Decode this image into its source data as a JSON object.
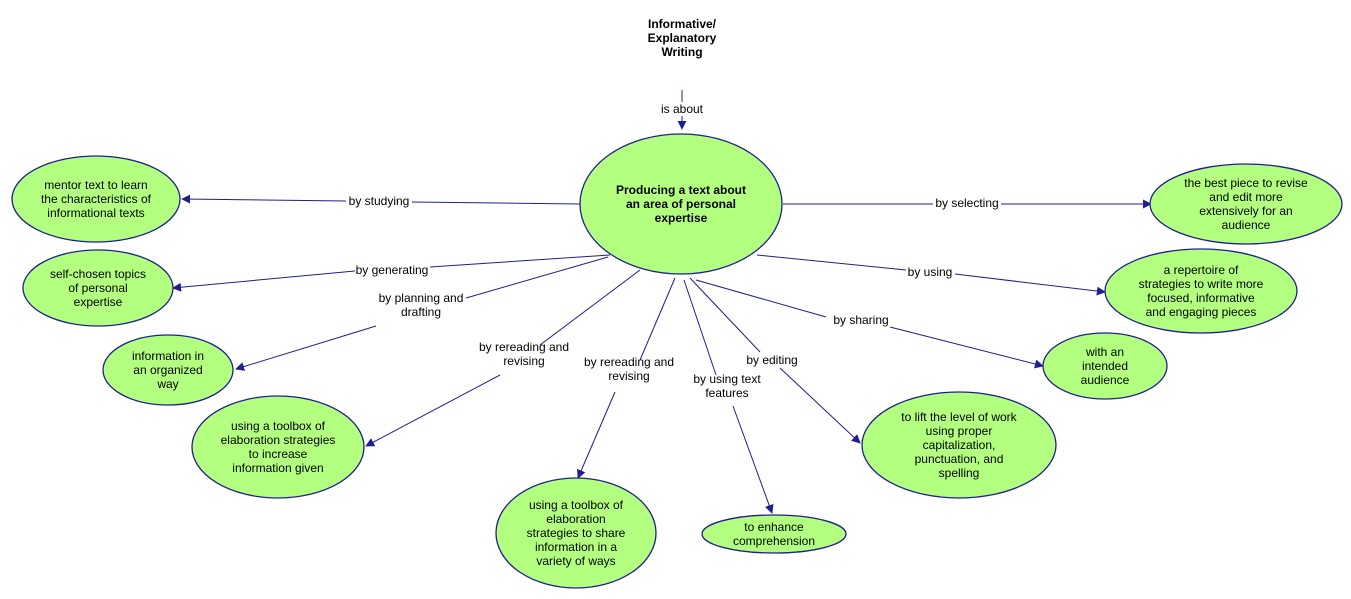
{
  "title_lines": [
    "Informative/",
    "Explanatory",
    "Writing"
  ],
  "colors": {
    "node_fill": "#b3ff80",
    "node_stroke": "#1f1f8f",
    "line": "#1f1f8f"
  },
  "center": {
    "lines": [
      "Producing a text about",
      "an area of personal",
      "expertise"
    ]
  },
  "nodes": [
    {
      "id": "mentor",
      "lines": [
        "mentor text to learn",
        "the characteristics of",
        "informational texts"
      ]
    },
    {
      "id": "self",
      "lines": [
        "self-chosen topics",
        "of personal",
        "expertise"
      ]
    },
    {
      "id": "organized",
      "lines": [
        "information in",
        "an organized",
        "way"
      ]
    },
    {
      "id": "toolbox1",
      "lines": [
        "using a toolbox of",
        "elaboration strategies",
        "to increase",
        "information given"
      ]
    },
    {
      "id": "toolbox2",
      "lines": [
        "using a toolbox of",
        "elaboration",
        "strategies to share",
        "information in a",
        "variety of ways"
      ]
    },
    {
      "id": "enhance",
      "lines": [
        "to enhance",
        "comprehension"
      ]
    },
    {
      "id": "lift",
      "lines": [
        "to lift the level of work",
        "using proper",
        "capitalization,",
        "punctuation, and",
        "spelling"
      ]
    },
    {
      "id": "audience",
      "lines": [
        "with an",
        "intended",
        "audience"
      ]
    },
    {
      "id": "repertoire",
      "lines": [
        "a repertoire of",
        "strategies to write more",
        "focused, informative",
        "and engaging pieces"
      ]
    },
    {
      "id": "bestpiece",
      "lines": [
        "the best piece to revise",
        "and edit more",
        "extensively for an",
        "audience"
      ]
    }
  ],
  "links": [
    {
      "id": "is-about",
      "lines": [
        "is about"
      ]
    },
    {
      "id": "studying",
      "lines": [
        "by studying"
      ]
    },
    {
      "id": "generating",
      "lines": [
        "by generating"
      ]
    },
    {
      "id": "planning",
      "lines": [
        "by planning and",
        "drafting"
      ]
    },
    {
      "id": "rereading1",
      "lines": [
        "by rereading and",
        "revising"
      ]
    },
    {
      "id": "rereading2",
      "lines": [
        "by rereading and",
        "revising"
      ]
    },
    {
      "id": "textfeatures",
      "lines": [
        "by using text",
        "features"
      ]
    },
    {
      "id": "editing",
      "lines": [
        "by editing"
      ]
    },
    {
      "id": "sharing",
      "lines": [
        "by sharing"
      ]
    },
    {
      "id": "using",
      "lines": [
        "by using"
      ]
    },
    {
      "id": "selecting",
      "lines": [
        "by selecting"
      ]
    }
  ]
}
